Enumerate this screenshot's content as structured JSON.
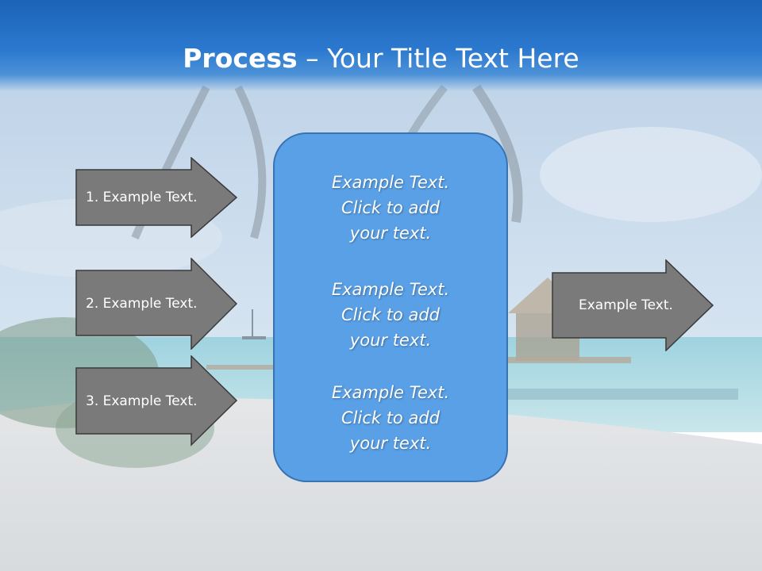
{
  "slide": {
    "title_bold": "Process",
    "title_dash": " – ",
    "title_rest": "Your Title Text Here"
  },
  "left_arrows": [
    {
      "label": "1. Example Text."
    },
    {
      "label": "2. Example Text."
    },
    {
      "label": "3. Example Text."
    }
  ],
  "center_box": {
    "blocks": [
      {
        "line1": "Example Text.",
        "line2": "Click  to add",
        "line3": "your text."
      },
      {
        "line1": "Example Text.",
        "line2": "Click  to add",
        "line3": "your text."
      },
      {
        "line1": "Example Text.",
        "line2": "Click  to add",
        "line3": "your text."
      }
    ]
  },
  "right_arrow": {
    "label": "Example Text."
  },
  "colors": {
    "title_bar": "#2b79cf",
    "arrow_fill": "#7a7a7a",
    "box_fill": "#5aa0e6",
    "box_border": "#3873b3"
  },
  "icons": {
    "background": "beach-photo"
  }
}
